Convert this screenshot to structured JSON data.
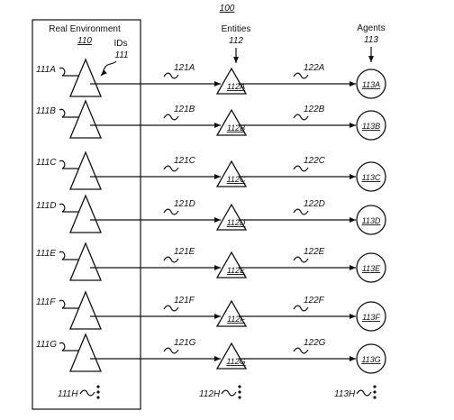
{
  "figure_number": "100",
  "real_environment": {
    "title": "Real Environment",
    "ref": "110"
  },
  "ids": {
    "title": "IDs",
    "ref": "111"
  },
  "entities": {
    "title": "Entities",
    "ref": "112"
  },
  "agents": {
    "title": "Agents",
    "ref": "113"
  },
  "rows": [
    {
      "id": "111A",
      "link1": "121A",
      "entity": "112A",
      "link2": "122A",
      "agent": "113A"
    },
    {
      "id": "111B",
      "link1": "121B",
      "entity": "112B",
      "link2": "122B",
      "agent": "113B"
    },
    {
      "id": "111C",
      "link1": "121C",
      "entity": "112C",
      "link2": "122C",
      "agent": "113C"
    },
    {
      "id": "111D",
      "link1": "121D",
      "entity": "112D",
      "link2": "122D",
      "agent": "113D"
    },
    {
      "id": "111E",
      "link1": "121E",
      "entity": "112E",
      "link2": "122E",
      "agent": "113E"
    },
    {
      "id": "111F",
      "link1": "121F",
      "entity": "112F",
      "link2": "122F",
      "agent": "113F"
    },
    {
      "id": "111G",
      "link1": "121G",
      "entity": "112G",
      "link2": "122G",
      "agent": "113G"
    }
  ],
  "continuation": {
    "ids": "111H",
    "entities": "112H",
    "agents": "113H"
  }
}
